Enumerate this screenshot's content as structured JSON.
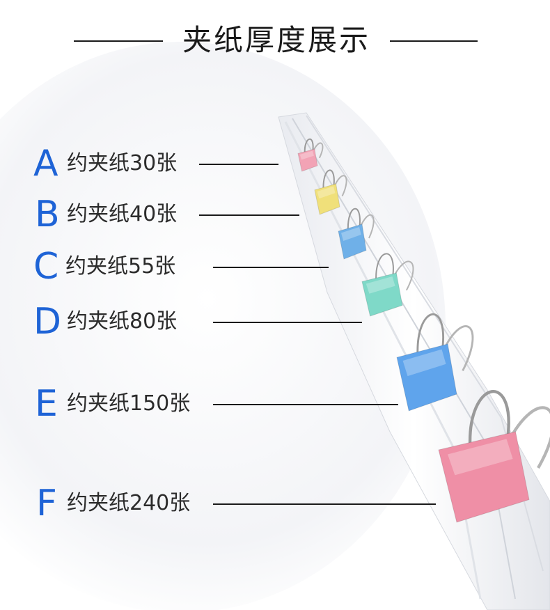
{
  "header": {
    "title": "夹纸厚度展示"
  },
  "items": [
    {
      "letter": "A",
      "label": "约夹纸30张",
      "clip_color": "#f2a3b5"
    },
    {
      "letter": "B",
      "label": "约夹纸40张",
      "clip_color": "#f0e07a"
    },
    {
      "letter": "C",
      "label": "约夹纸55张",
      "clip_color": "#6fb0e8"
    },
    {
      "letter": "D",
      "label": "约夹纸80张",
      "clip_color": "#7fd9c8"
    },
    {
      "letter": "E",
      "label": "约夹纸150张",
      "clip_color": "#5fa4ec"
    },
    {
      "letter": "F",
      "label": "约夹纸240张",
      "clip_color": "#ef8fa6"
    }
  ],
  "colors": {
    "accent_letter": "#1e63d6",
    "text": "#2b2b2b",
    "line": "#1a1a1a"
  }
}
